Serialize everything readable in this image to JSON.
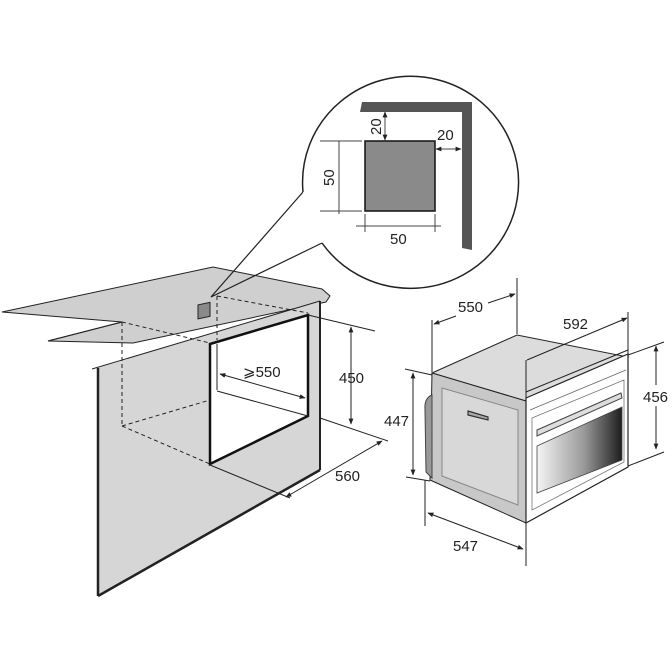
{
  "inset": {
    "gap_top": "20",
    "gap_right": "20",
    "square_height": "50",
    "square_width": "50"
  },
  "cabinet": {
    "depth_min": "⩾550",
    "opening_height": "450",
    "opening_width": "560"
  },
  "oven": {
    "depth": "550",
    "width": "592",
    "front_height": "456",
    "body_height": "447",
    "body_depth": "547"
  },
  "colors": {
    "panel": "#d6d6d6",
    "square": "#8a8a8a",
    "bracket": "#555555"
  }
}
